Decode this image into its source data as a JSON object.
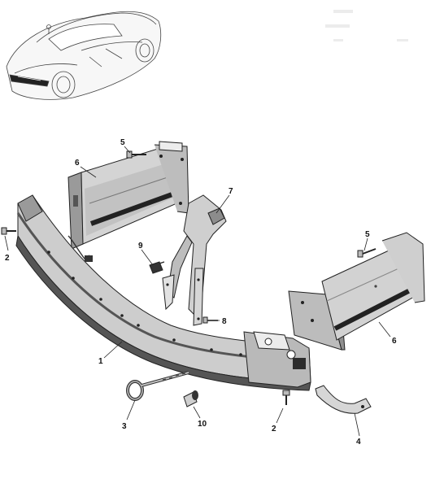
{
  "callouts": [
    {
      "id": "c5a",
      "label": "5"
    },
    {
      "id": "c6a",
      "label": "6"
    },
    {
      "id": "c7",
      "label": "7"
    },
    {
      "id": "c2a",
      "label": "2"
    },
    {
      "id": "c9",
      "label": "9"
    },
    {
      "id": "c5b",
      "label": "5"
    },
    {
      "id": "c8",
      "label": "8"
    },
    {
      "id": "c6b",
      "label": "6"
    },
    {
      "id": "c1",
      "label": "1"
    },
    {
      "id": "c3",
      "label": "3"
    },
    {
      "id": "c10",
      "label": "10"
    },
    {
      "id": "c2b",
      "label": "2"
    },
    {
      "id": "c4",
      "label": "4"
    }
  ],
  "colors": {
    "part_light": "#d9d9d9",
    "part_mid": "#a6a6a6",
    "part_dark": "#3a3a3a",
    "outline": "#222222"
  }
}
